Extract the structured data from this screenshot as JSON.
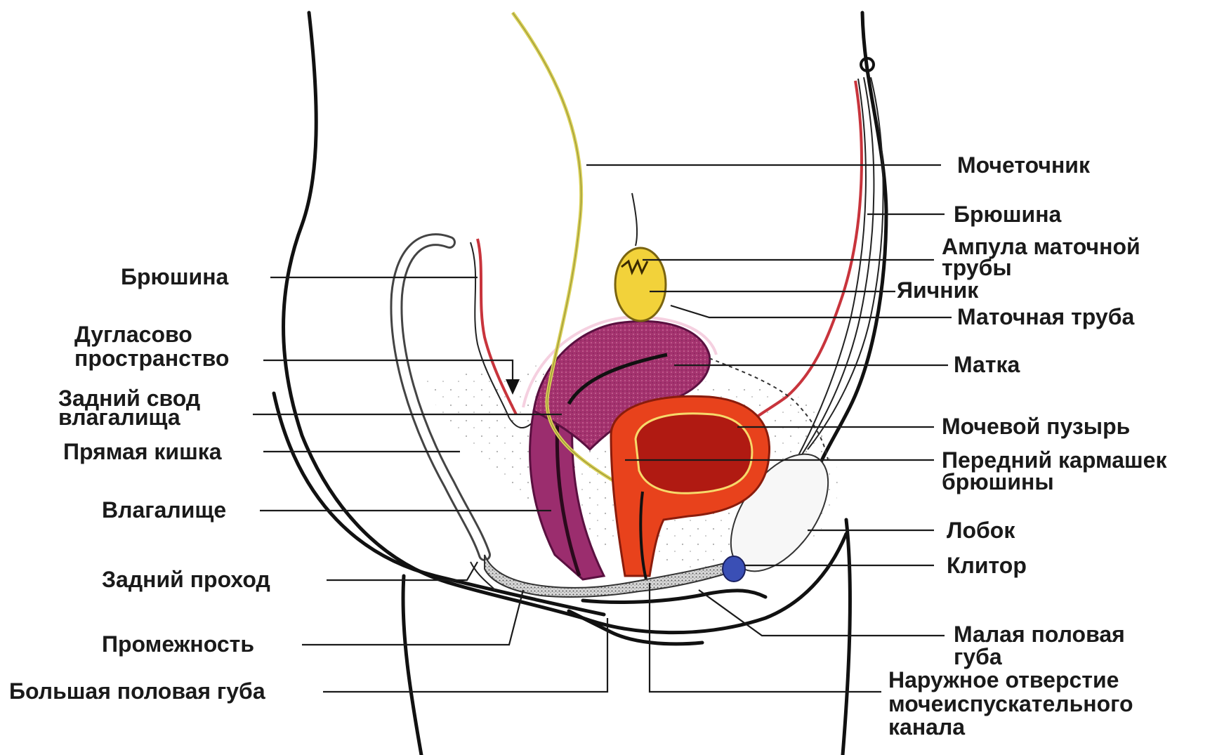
{
  "labels": {
    "ureter": "Мочеточник",
    "peritoneum_right": "Брюшина",
    "ampulla_line1": "Ампула маточной",
    "ampulla_line2": "трубы",
    "ovary": "Яичник",
    "fallopian_tube": "Маточная труба",
    "uterus": "Матка",
    "bladder": "Мочевой пузырь",
    "anterior_pouch_line1": "Передний кармашек",
    "anterior_pouch_line2": "брюшины",
    "pubis": "Лобок",
    "clitoris": "Клитор",
    "labia_minora_line1": "Малая половая",
    "labia_minora_line2": "губа",
    "urethral_orifice_line1": "Наружное отверстие",
    "urethral_orifice_line2": "мочеиспускательного",
    "urethral_orifice_line3": "канала",
    "peritoneum_left": "Брюшина",
    "douglas_line1": "Дугласово",
    "douglas_line2": "пространство",
    "posterior_fornix_line1": "Задний свод",
    "posterior_fornix_line2": "влагалища",
    "rectum": "Прямая кишка",
    "vagina": "Влагалище",
    "anus": "Задний проход",
    "perineum": "Промежность",
    "labia_majora": "Большая половая губа"
  },
  "colors": {
    "uterus": "#9b2d6e",
    "uterus_light": "#c0558f",
    "bladder_outer": "#e8421c",
    "bladder_inner": "#b01a12",
    "ovary": "#f2d23a",
    "ureter": "#d8cf55",
    "peritoneum_red": "#c8343c",
    "clitoris": "#3a4fb5",
    "outline": "#111111"
  }
}
